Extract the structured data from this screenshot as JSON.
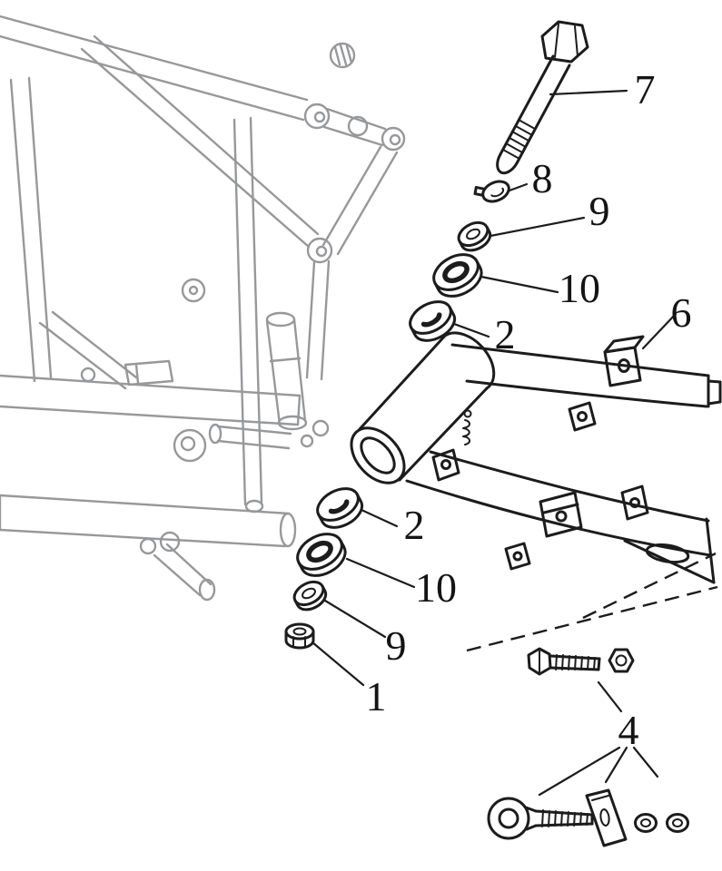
{
  "diagram": {
    "type": "exploded-parts-diagram",
    "subject": "motorcycle rear frame and swingarm assembly",
    "colors": {
      "background": "#ffffff",
      "foreground": "#1c1c1c",
      "background_frame": "#97989a"
    },
    "callouts": [
      {
        "label": "7"
      },
      {
        "label": "8"
      },
      {
        "label": "9"
      },
      {
        "label": "10"
      },
      {
        "label": "2"
      },
      {
        "label": "6"
      },
      {
        "label": "2"
      },
      {
        "label": "10"
      },
      {
        "label": "9"
      },
      {
        "label": "1"
      },
      {
        "label": "4"
      }
    ]
  }
}
